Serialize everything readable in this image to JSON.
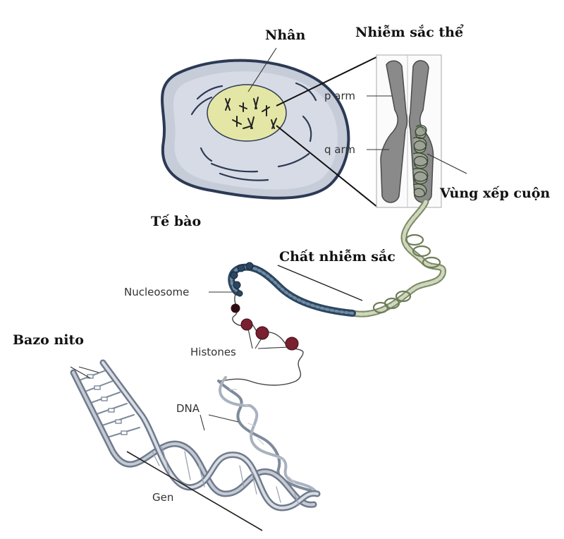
{
  "labels": {
    "nucleus": "Nhân",
    "chromosome": "Nhiễm sắc thể",
    "p_arm": "p arm",
    "q_arm": "q arm",
    "coiled_region": "Vùng xếp cuộn",
    "cell": "Tế bào",
    "chromatin": "Chất nhiễm sắc",
    "nucleosome": "Nucleosome",
    "bases": "Bazo nito",
    "histones": "Histones",
    "dna": "DNA",
    "gene": "Gen"
  },
  "colors": {
    "cell_body": "#c6ccd8",
    "cell_edge": "#2c3a55",
    "nucleus": "#e4e6a6",
    "chromosome": "#8a8a8a",
    "coil": "#9aa68a",
    "chromatin_beads": "#2c4660",
    "histone": "#7a2030",
    "dna_strand": "#7f8a9a"
  }
}
